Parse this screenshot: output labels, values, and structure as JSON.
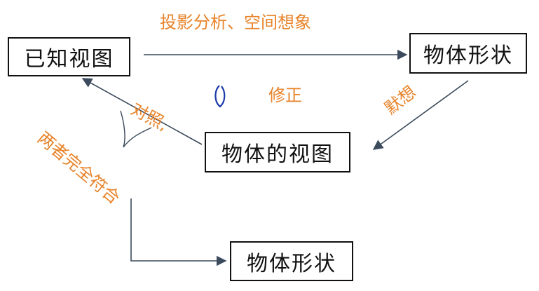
{
  "boxes": {
    "known_views": "已知视图",
    "object_shape_top": "物体形状",
    "object_views": "物体的视图",
    "object_shape_bottom": "物体形状"
  },
  "notes": {
    "projection": "投影分析、空间想象",
    "compare": "对照,",
    "correct": "修正",
    "sketch": "默想",
    "match": "两者完全符合"
  },
  "colors": {
    "annotation": "#e8832a",
    "line": "#3b4a5c",
    "scribble": "#1a3aa8"
  }
}
